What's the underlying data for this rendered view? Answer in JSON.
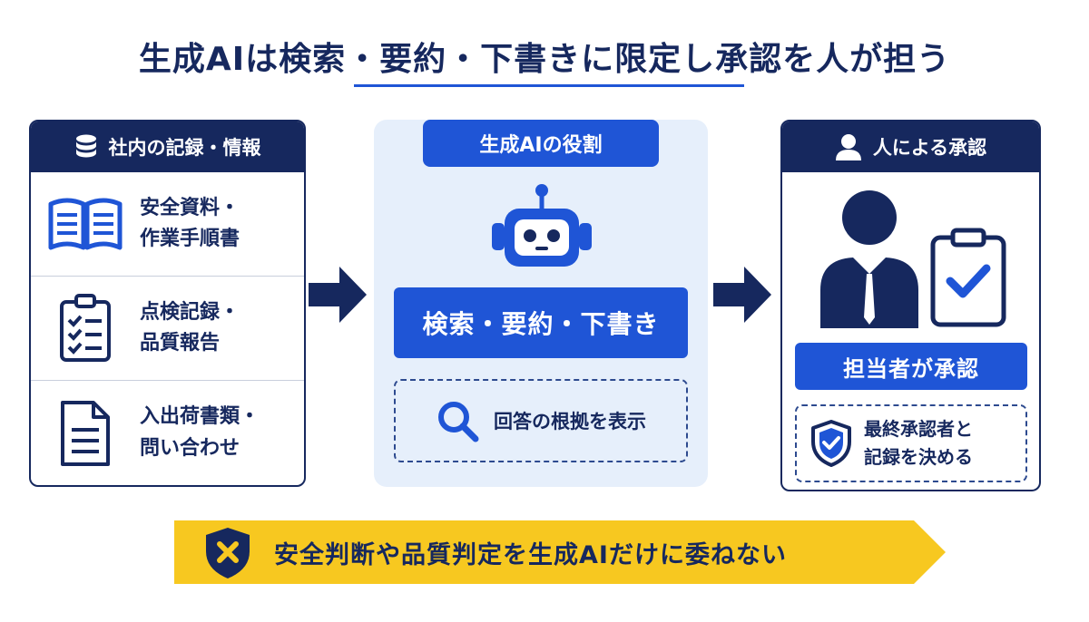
{
  "title": "生成AIは検索・要約・下書きに限定し承認を人が担う",
  "left": {
    "header": "社内の記録・情報",
    "items": [
      {
        "line1": "安全資料・",
        "line2": "作業手順書",
        "icon": "book-icon"
      },
      {
        "line1": "点検記録・",
        "line2": "品質報告",
        "icon": "checklist-icon"
      },
      {
        "line1": "入出荷書類・",
        "line2": "問い合わせ",
        "icon": "document-icon"
      }
    ]
  },
  "center": {
    "header": "生成AIの役割",
    "main": "検索・要約・下書き",
    "sub": "回答の根拠を表示"
  },
  "right": {
    "header": "人による承認",
    "main": "担当者が承認",
    "sub_line1": "最終承認者と",
    "sub_line2": "記録を決める"
  },
  "banner": "安全判断や品質判定を生成AIだけに委ねない",
  "colors": {
    "navy": "#16285e",
    "blue": "#1f55d6",
    "light_blue": "#e6effb",
    "yellow": "#f7c820"
  }
}
